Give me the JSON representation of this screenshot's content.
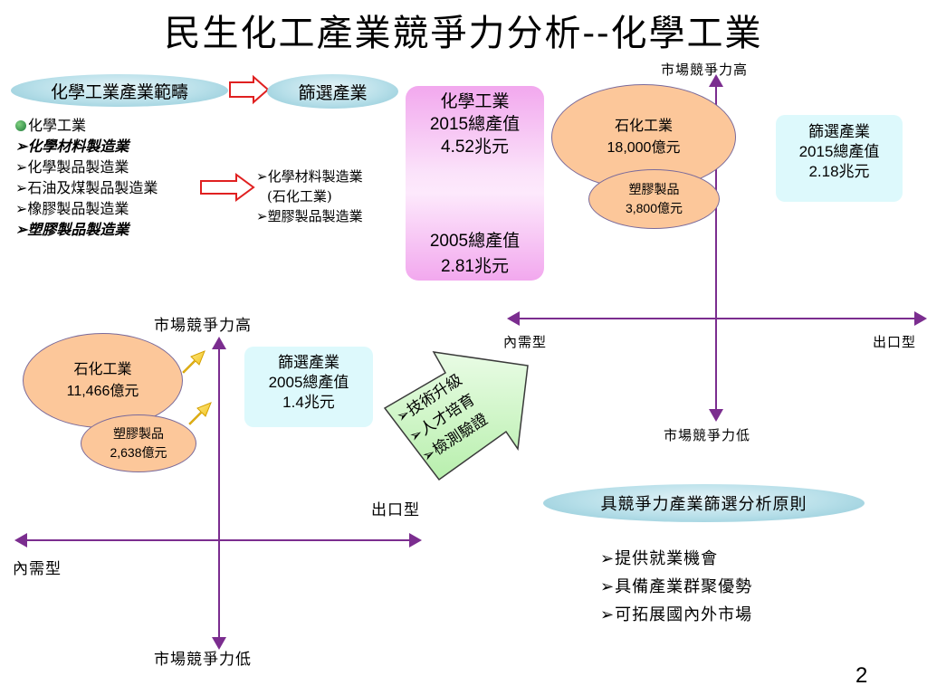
{
  "title": "民生化工產業競爭力分析--化學工業",
  "scope_pill": "化學工業產業範疇",
  "screen_pill": "篩選產業",
  "industry_list": {
    "header": "化學工業",
    "items": [
      {
        "text": "化學材料製造業",
        "emphasis": true
      },
      {
        "text": "化學製品製造業",
        "emphasis": false
      },
      {
        "text": "石油及煤製品製造業",
        "emphasis": false
      },
      {
        "text": "橡膠製品製造業",
        "emphasis": false
      },
      {
        "text": "塑膠製品製造業",
        "emphasis": true
      }
    ]
  },
  "selected_list": {
    "line1": "化學材料製造業",
    "line1_sub": "(石化工業)",
    "line2": "塑膠製品製造業"
  },
  "chem_box": {
    "name": "化學工業",
    "y2015_label": "總產值",
    "y2015_year": "2015",
    "y2015_value": "4.52",
    "y2015_unit": "兆元",
    "y2005_year": "2005",
    "y2005_label": "總產值",
    "y2005_value": "2.81",
    "y2005_unit": "兆元"
  },
  "chart_2015": {
    "axis_top": "市場競爭力高",
    "axis_bottom": "市場競爭力低",
    "axis_left": "內需型",
    "axis_right": "出口型",
    "petro": {
      "name": "石化工業",
      "value": "18,000",
      "unit": "億元"
    },
    "plastic": {
      "name": "塑膠製品",
      "value": "3,800",
      "unit": "億元"
    },
    "box": {
      "title": "篩選產業",
      "year": "2015",
      "label": "總產值",
      "value": "2.18",
      "unit": "兆元"
    }
  },
  "chart_2005": {
    "axis_top": "市場競爭力高",
    "axis_bottom": "市場競爭力低",
    "axis_left": "內需型",
    "axis_right": "出口型",
    "petro": {
      "name": "石化工業",
      "value": "11,466",
      "unit": "億元"
    },
    "plastic": {
      "name": "塑膠製品",
      "value": "2,638",
      "unit": "億元"
    },
    "box": {
      "title": "篩選產業",
      "year": "2005",
      "label": "總產值",
      "value": "1.4",
      "unit": "兆元"
    }
  },
  "upgrade_arrow": {
    "items": [
      "技術升級",
      "人才培育",
      "檢測驗證"
    ]
  },
  "criteria": {
    "title": "具競爭力產業篩選分析原則",
    "items": [
      "提供就業機會",
      "具備產業群聚優勢",
      "可拓展國內外市場"
    ]
  },
  "bullet_glyph": "➢",
  "page_number": "2",
  "colors": {
    "axis": "#7b2d8f",
    "ellipse_fill": "#fcc79a",
    "cyan_box": "#ddf9fc",
    "pink_box": "#f2a8ee",
    "green_arrow": "#c8f5c0",
    "red_arrow": "#e02020",
    "yellow_arrow": "#f5c400"
  }
}
